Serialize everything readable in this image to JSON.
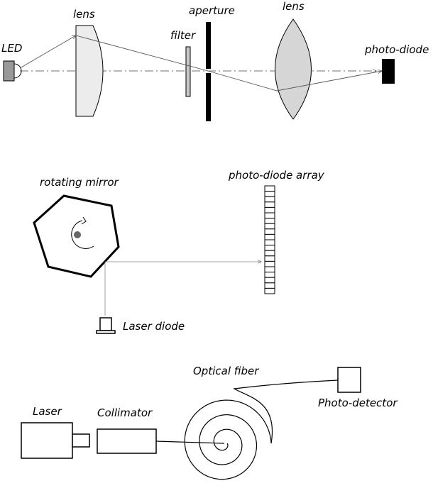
{
  "diagram1": {
    "labels": {
      "led": "LED",
      "lens1": "lens",
      "filter": "filter",
      "aperture": "aperture",
      "lens2": "lens",
      "photodiode": "photo-diode"
    }
  },
  "diagram2": {
    "labels": {
      "mirror": "rotating mirror",
      "array": "photo-diode array",
      "laser": "Laser diode"
    },
    "array_cells": 20
  },
  "diagram3": {
    "labels": {
      "laser": "Laser",
      "collimator": "Collimator",
      "fiber": "Optical fiber",
      "detector": "Photo-detector"
    }
  }
}
